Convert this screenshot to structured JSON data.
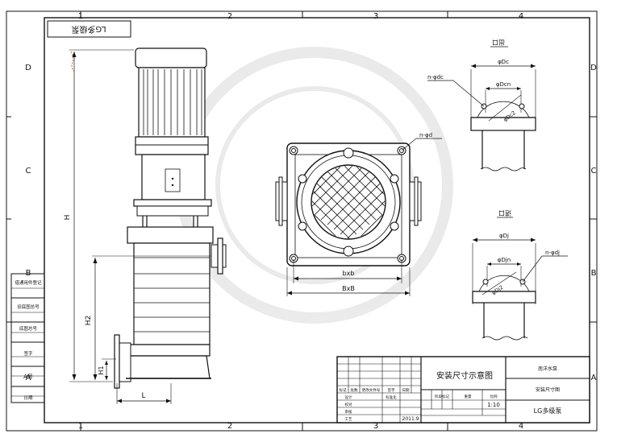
{
  "border": {
    "cols": [
      "1",
      "2",
      "3",
      "4"
    ],
    "rows": [
      "D",
      "C",
      "B",
      "A"
    ]
  },
  "corner_title": "LG多级泵",
  "pump_dims": {
    "h": "H",
    "h1": "H1",
    "h2": "H2",
    "l": "L"
  },
  "plan_dims": {
    "bxb": "bxb",
    "BxB": "BxB",
    "holes": "n-φd"
  },
  "outlet": {
    "title": "出口",
    "dc": "φDc",
    "dcn": "φDcn",
    "dc2": "φDc2",
    "holes": "n-φdc"
  },
  "inlet": {
    "title": "进口",
    "dj": "φDj",
    "djn": "φDjn",
    "dj2": "φDj2",
    "holes": "n-φdj"
  },
  "left_table": {
    "rows": [
      "借通用件登记",
      "旧底图总号",
      "底图总号",
      "签字",
      "日期"
    ],
    "ab_label": "A号"
  },
  "title_block": {
    "drawing_name": "安装尺寸示意图",
    "right_top": "南洋水泵",
    "right_mid": "安装尺寸图",
    "right_bottom": "LG多级泵",
    "scale": "1:10",
    "date": "2011.9",
    "col_labels": [
      "标记",
      "处数",
      "更改文件号",
      "签字",
      "日期"
    ],
    "row_labels": [
      "设计",
      "校对",
      "审核",
      "工艺",
      "标准化"
    ],
    "stage_labels": [
      "阶段标记",
      "重量",
      "比例"
    ]
  }
}
